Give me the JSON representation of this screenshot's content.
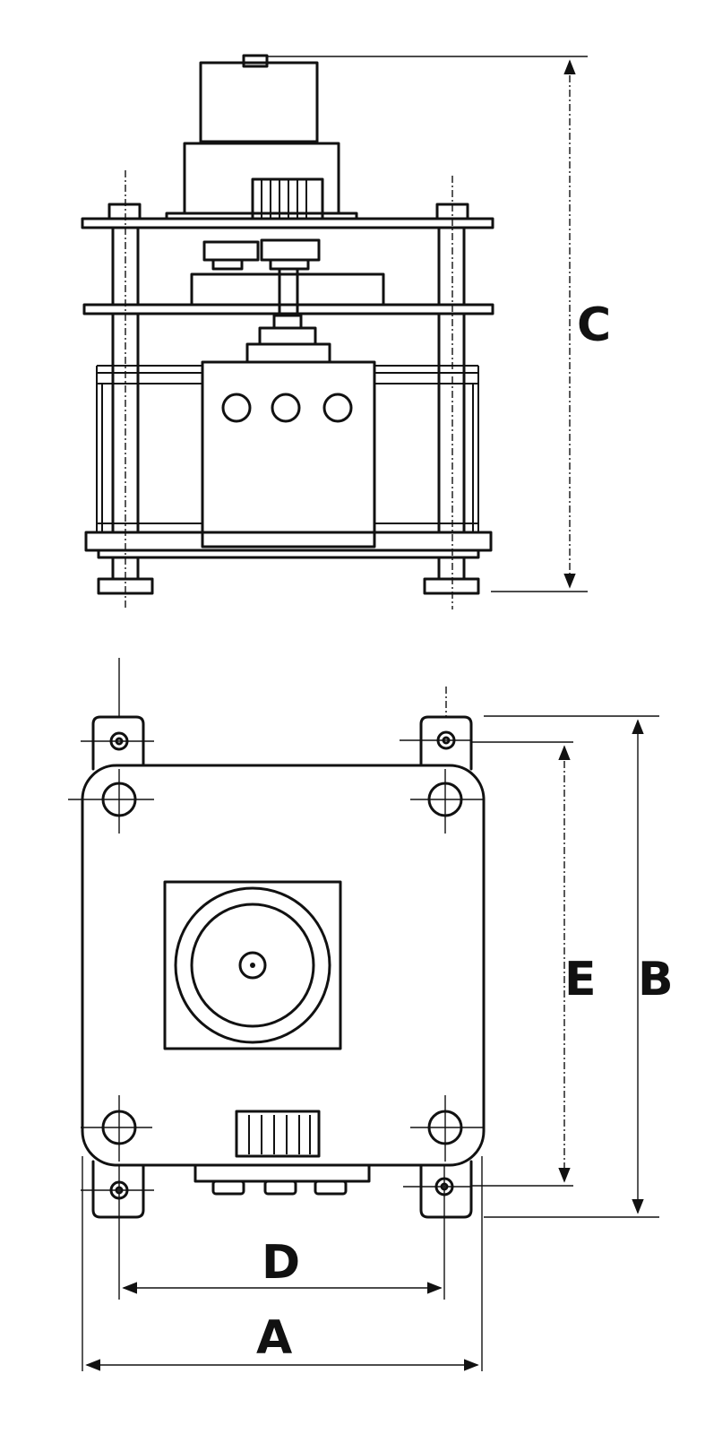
{
  "labels": {
    "c": "C",
    "e": "E",
    "b": "B",
    "d": "D",
    "a": "A"
  },
  "colors": {
    "ink": "#111111",
    "paper": "#ffffff"
  }
}
